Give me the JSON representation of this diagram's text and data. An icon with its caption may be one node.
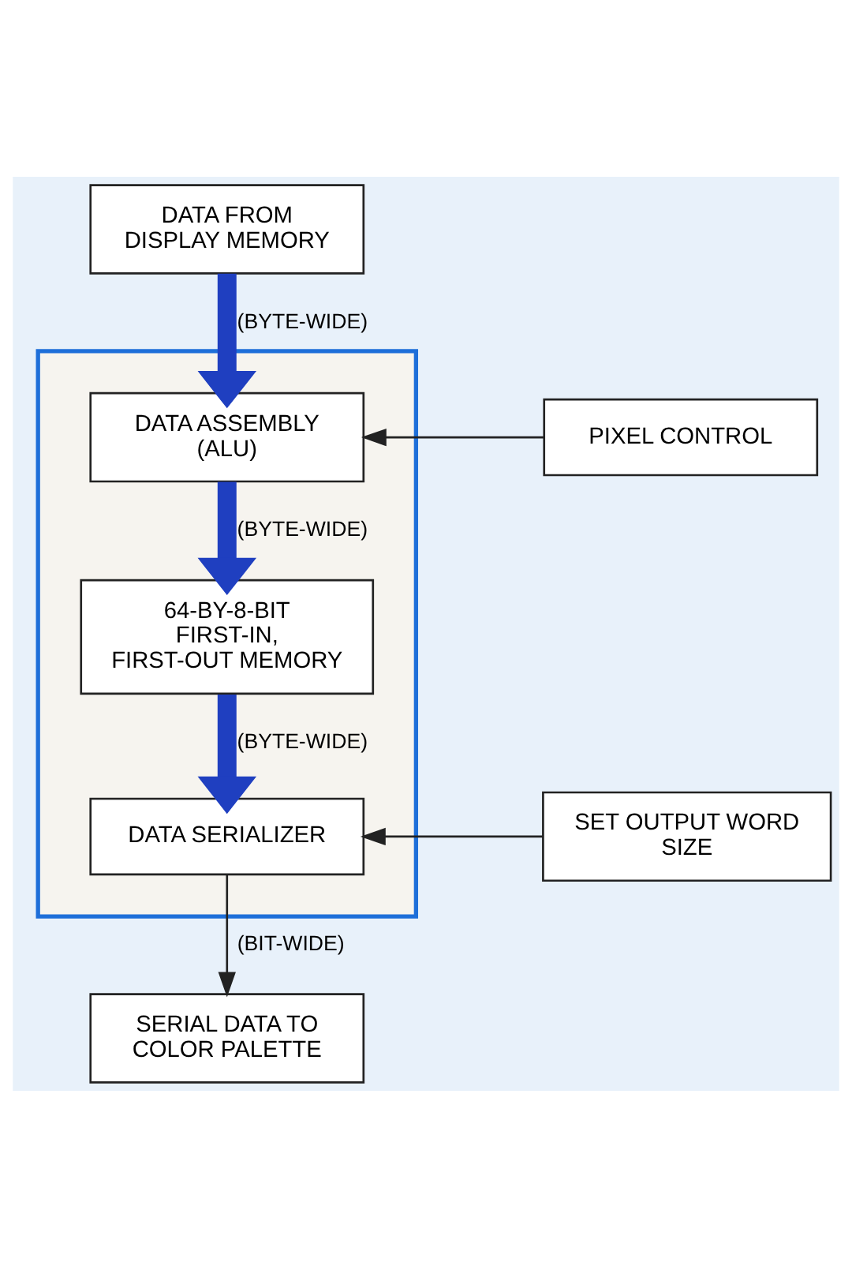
{
  "diagram": {
    "nodes": [
      {
        "text": [
          "DATA FROM DISPLAY MEMORY"
        ]
      },
      {
        "text": [],
        "shape": "box"
      },
      {
        "text": [
          "PIXEL CONTROL"
        ]
      },
      {
        "text": [
          "DATA ASSEMBLY (ALU)"
        ],
        "in": 1
      },
      {
        "text": [
          "64-BY-8-BIT FIRST-IN, FIRST-OUT MEMORY"
        ],
        "in": 1
      },
      {
        "text": [
          "SET OUTPUT WORD SIZE"
        ]
      },
      {
        "text": [
          "DATA SERIALIZER"
        ],
        "in": 1
      },
      {
        "text": [
          "SERIAL DATA TO COLOR PALETTE"
        ]
      }
    ],
    "edges": [
      {
        "from": 0,
        "to": 3,
        "arrow": "to",
        "label": "(BYTE-WIDE)",
        "style": "thick",
        "color": "#1f3fc0"
      },
      {
        "from": 2,
        "to": 3,
        "arrow": "to",
        "color": "#222222"
      },
      {
        "from": 3,
        "to": 4,
        "arrow": "to",
        "label": "(BYTE-WIDE)",
        "style": "thick",
        "color": "#1f3fc0"
      },
      {
        "from": 4,
        "to": 6,
        "arrow": "to",
        "label": "(BYTE-WIDE)",
        "style": "thick",
        "color": "#1f3fc0"
      },
      {
        "from": 5,
        "to": 6,
        "arrow": "to",
        "color": "#222222"
      },
      {
        "from": 6,
        "to": 7,
        "arrow": "to",
        "label": "(BIT-WIDE)",
        "color": "#222222"
      }
    ]
  }
}
